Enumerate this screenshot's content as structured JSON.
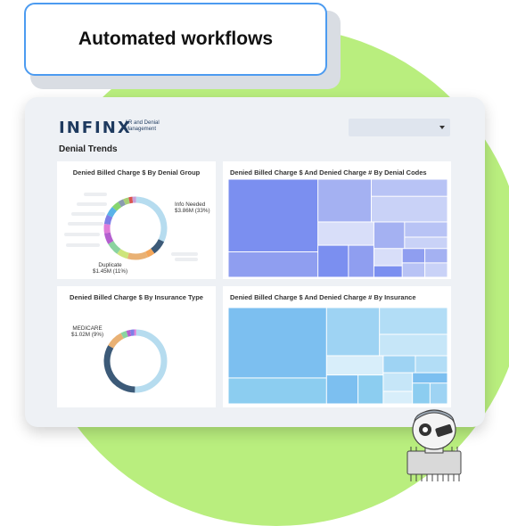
{
  "header": {
    "title": "Automated workflows"
  },
  "dashboard": {
    "logo": "INFINX",
    "logo_subtitle_line1": "AR and Denial",
    "logo_subtitle_line2": "Management",
    "section_title": "Denial Trends",
    "dropdown_value": "",
    "charts": [
      {
        "title": "Denied Billed Charge $ By Denial Group",
        "annotations": [
          {
            "label": "Info Needed",
            "value": "$3.86M (33%)"
          },
          {
            "label": "Duplicate",
            "value": "$1.45M (11%)"
          }
        ]
      },
      {
        "title": "Denied Billed Charge $ And Denied Charge # By Denial Codes"
      },
      {
        "title": "Denied Billed Charge $ By Insurance Type",
        "annotations": [
          {
            "label": "MEDICARE",
            "value": "$1.02M (9%)"
          }
        ]
      },
      {
        "title": "Denied Billed Charge $ And Denied Charge # By Insurance"
      }
    ]
  },
  "colors": {
    "accent_green": "#b9ee7e",
    "card_border": "#4c9bf0",
    "treemap_violet": "#7b8ff0",
    "treemap_blue": "#7cbff0"
  },
  "chart_data": [
    {
      "type": "pie",
      "title": "Denied Billed Charge $ By Denial Group",
      "slices": [
        {
          "label": "Info Needed",
          "value": 33,
          "display": "$3.86M (33%)",
          "color": "#b6dcef"
        },
        {
          "value": 8,
          "color": "#3c5a78"
        },
        {
          "value": 4,
          "color": "#f3a65a"
        },
        {
          "label": "Duplicate",
          "value": 11,
          "display": "$1.45M (11%)",
          "color": "#e9b174"
        },
        {
          "value": 6,
          "color": "#cde57b"
        },
        {
          "value": 7,
          "color": "#8bd3a0"
        },
        {
          "value": 6,
          "color": "#b45fcf"
        },
        {
          "value": 5,
          "color": "#e07bd9"
        },
        {
          "value": 5,
          "color": "#7e7ee6"
        },
        {
          "value": 5,
          "color": "#59b3e8"
        },
        {
          "value": 4,
          "color": "#86d56e"
        },
        {
          "value": 3,
          "color": "#8a9bb0"
        },
        {
          "value": 3,
          "color": "#a8cf76"
        },
        {
          "value": 2,
          "color": "#d9534f"
        },
        {
          "value": 2,
          "color": "#c9a0d9"
        }
      ]
    },
    {
      "type": "heatmap",
      "title": "Denied Billed Charge $ And Denied Charge # By Denial Codes",
      "cells": [
        40,
        14,
        14,
        8,
        12,
        8,
        6,
        5,
        5,
        4,
        3,
        3,
        2,
        2,
        2,
        2,
        2
      ]
    },
    {
      "type": "pie",
      "title": "Denied Billed Charge $ By Insurance Type",
      "slices": [
        {
          "value": 50,
          "color": "#b6dcef"
        },
        {
          "value": 33,
          "color": "#3c5a78"
        },
        {
          "label": "MEDICARE",
          "value": 9,
          "display": "$1.02M (9%)",
          "color": "#e9b174"
        },
        {
          "value": 3,
          "color": "#8bd3a0"
        },
        {
          "value": 2,
          "color": "#b45fcf"
        },
        {
          "value": 2,
          "color": "#7e7ee6"
        },
        {
          "value": 1,
          "color": "#e07bd9"
        }
      ]
    },
    {
      "type": "heatmap",
      "title": "Denied Billed Charge $ And Denied Charge # By Insurance",
      "cells": [
        38,
        14,
        14,
        10,
        8,
        6,
        5,
        4,
        3,
        3,
        3,
        2,
        2,
        2,
        2
      ]
    }
  ]
}
